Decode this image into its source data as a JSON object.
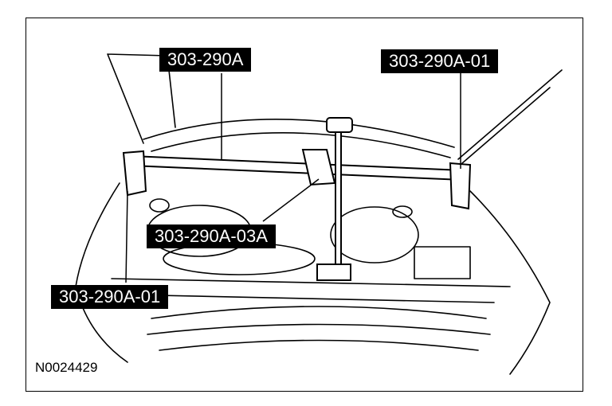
{
  "diagram": {
    "figure_id": "N0024429",
    "callouts": {
      "main_bar": "303-290A",
      "right_bracket": "303-290A-01",
      "center_adapter": "303-290A-03A",
      "left_bracket": "303-290A-01"
    },
    "colors": {
      "ink": "#000000",
      "paper": "#ffffff",
      "label_bg": "#000000",
      "label_text": "#ffffff"
    }
  }
}
